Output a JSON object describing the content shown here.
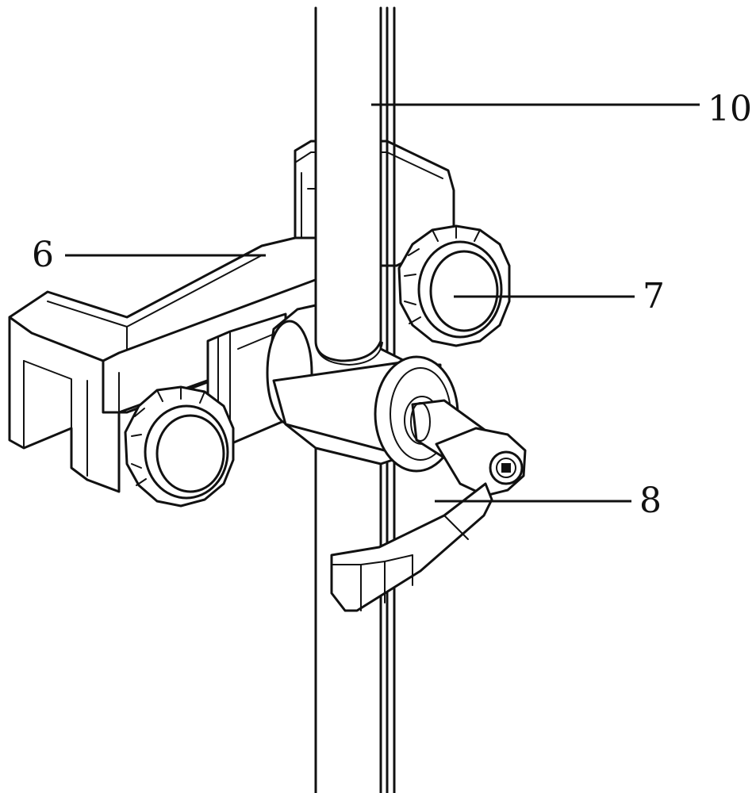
{
  "callouts": {
    "part_6": "6",
    "part_7": "7",
    "part_8": "8",
    "part_10": "10"
  }
}
